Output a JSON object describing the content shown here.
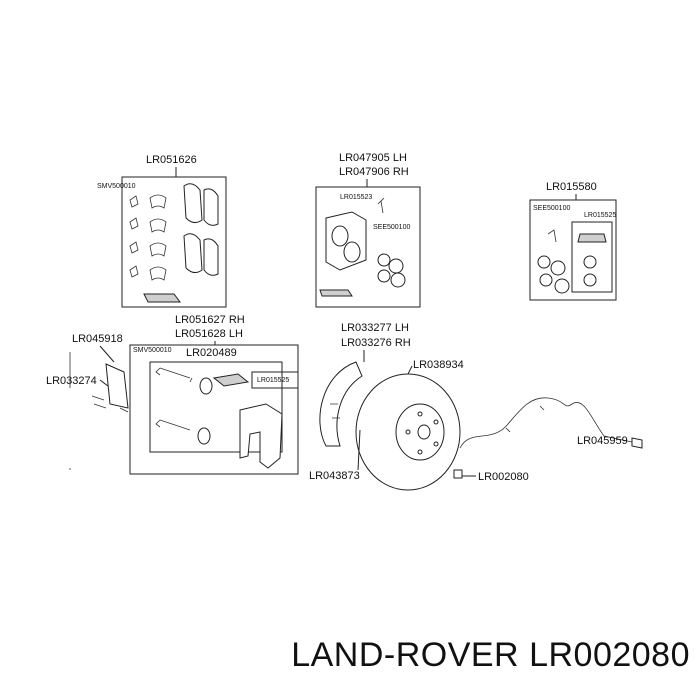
{
  "labels": {
    "pads_kit_top": "LR051626",
    "bolt_top_left": "SMV500010",
    "caliper_lh": "LR047905 LH",
    "caliper_rh": "LR047906 RH",
    "bleed_screw": "LR015523",
    "seal_kit_caliper": "SEE500100",
    "repair_kit": "LR015580",
    "repair_seal": "SEE500100",
    "repair_screw": "LR015525",
    "carrier_rh": "LR051627 RH",
    "carrier_lh": "LR051628 LH",
    "bolt_mid": "SMV500010",
    "pads_mid": "LR020489",
    "screw_mid": "LR015525",
    "bracket_a": "LR045918",
    "bracket_b": "LR033274",
    "shield_lh": "LR033277 LH",
    "shield_rh": "LR033276 RH",
    "disc": "LR038934",
    "shield_bolt": "LR043873",
    "wear_sensor": "LR045959",
    "disc_screw": "LR002080"
  },
  "footer": {
    "brand": "LAND-ROVER",
    "part_number": "LR002080"
  }
}
